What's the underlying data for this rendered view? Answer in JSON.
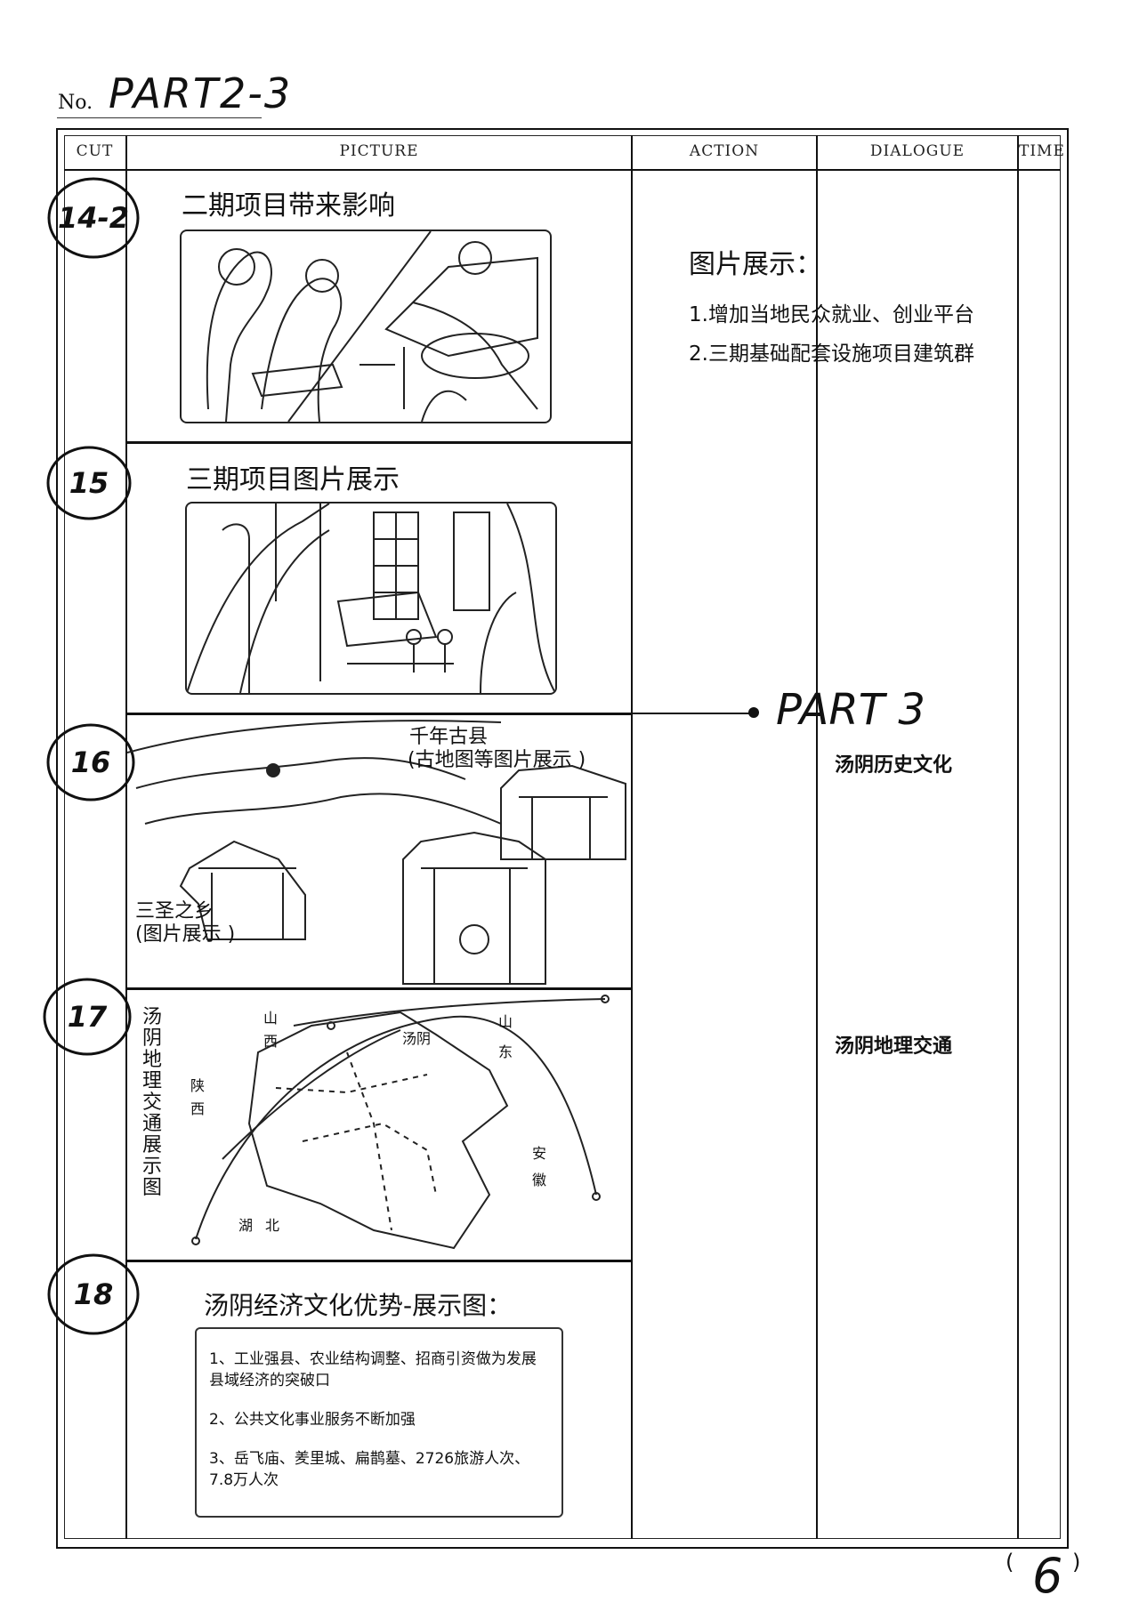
{
  "header": {
    "no_label": "No.",
    "sheet_id": "PART2-3"
  },
  "columns": {
    "cut": "CUT",
    "picture": "PICTURE",
    "action": "ACTION",
    "dialogue": "DIALOGUE",
    "time": "TIME"
  },
  "cuts": [
    {
      "number": "14-2",
      "title": "二期项目带来影响"
    },
    {
      "number": "15",
      "title": "三期项目图片展示"
    },
    {
      "number": "16",
      "caption_top": "千年古县",
      "caption_top_sub": "(古地图等图片展示 )",
      "caption_left": "三圣之乡",
      "caption_left_sub": "(图片展示 )"
    },
    {
      "number": "17",
      "vertical_label": "汤阴地理交通展示图",
      "map_labels": {
        "shanxi": "山西",
        "shaanxi": "陕西",
        "tangyin": "汤阴",
        "shandong": "山东",
        "anhui": "安徽",
        "hubei": "湖北"
      }
    },
    {
      "number": "18",
      "title": "汤阴经济文化优势-展示图：",
      "items": [
        "1、工业强县、农业结构调整、招商引资做为发展县域经济的突破口",
        "2、公共文化事业服务不断加强",
        "3、岳飞庙、羑里城、扁鹊墓、2726旅游人次、7.8万人次"
      ]
    }
  ],
  "action": {
    "heading": "图片展示：",
    "items": [
      "1.增加当地民众就业、创业平台",
      "2.三期基础配套设施项目建筑群"
    ]
  },
  "part_marker": "PART 3",
  "dialogue": {
    "cut16": "汤阴历史文化",
    "cut17": "汤阴地理交通"
  },
  "page_number": {
    "open": "(",
    "value": "6",
    "close": ")"
  }
}
